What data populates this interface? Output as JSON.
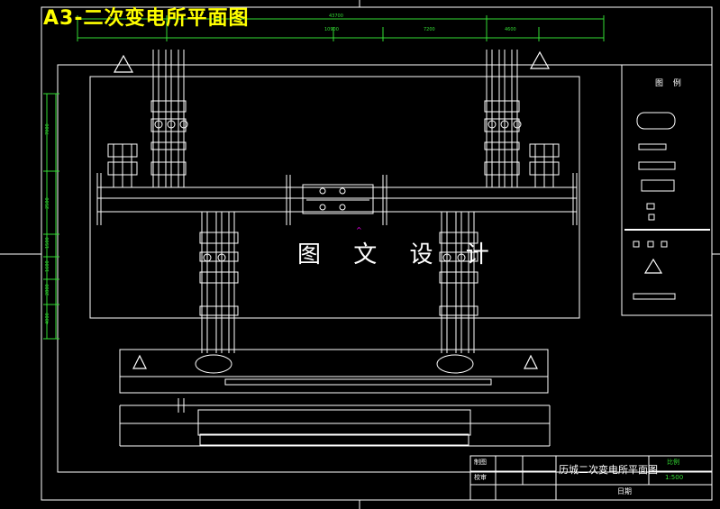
{
  "title": "A3-二次变电所平面图",
  "watermark": "图 文 设 计",
  "legend": {
    "header": "图 例"
  },
  "title_block": {
    "designer_label": "制图",
    "checker_label": "校审",
    "drawing_name": "历城二次变电所平面图",
    "scale_label": "比例",
    "scale_value": "1:500",
    "date_label": "日期"
  },
  "colors": {
    "background": "#000000",
    "lines": "#ffffff",
    "dimensions": "#33dd33",
    "title": "#ffff00",
    "marker": "#ff00ff"
  }
}
